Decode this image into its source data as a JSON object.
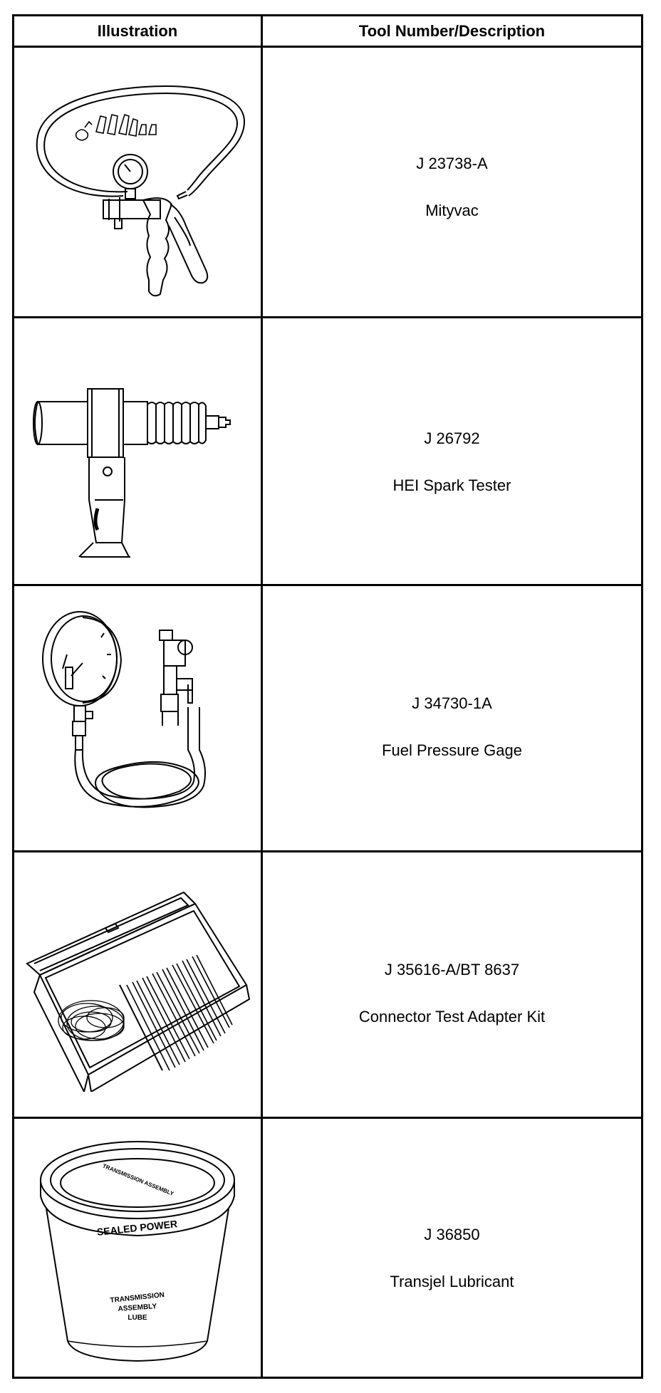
{
  "table": {
    "headers": {
      "illustration": "Illustration",
      "description": "Tool Number/Description"
    },
    "rows": [
      {
        "tool_number": "J 23738-A",
        "description": "Mityvac",
        "illustration_icon": "vacuum-pump-icon"
      },
      {
        "tool_number": "J 26792",
        "description": "HEI Spark Tester",
        "illustration_icon": "spark-tester-icon"
      },
      {
        "tool_number": "J 34730-1A",
        "description": "Fuel Pressure Gage",
        "illustration_icon": "pressure-gage-icon"
      },
      {
        "tool_number": "J 35616-A/BT 8637",
        "description": "Connector Test Adapter Kit",
        "illustration_icon": "adapter-kit-case-icon"
      },
      {
        "tool_number": "J 36850",
        "description": "Transjel Lubricant",
        "illustration_icon": "lubricant-tub-icon",
        "label_text": {
          "brand": "SEALED POWER",
          "lid": "TRANSMISSION ASSEMBLY",
          "body": [
            "TRANSMISSION",
            "ASSEMBLY",
            "LUBE"
          ]
        }
      }
    ]
  }
}
